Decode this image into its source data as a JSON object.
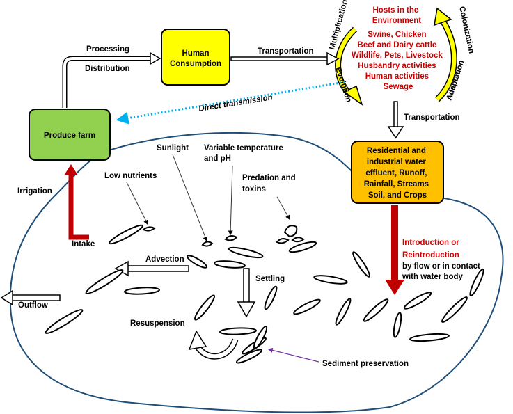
{
  "boxes": {
    "human_consumption": [
      "Human",
      "Consumption"
    ],
    "produce_farm": "Produce farm",
    "water_sources": [
      "Residential and",
      "industrial water",
      "effluent, Runoff,",
      "Rainfall, Streams",
      "Soil, and Crops"
    ]
  },
  "hosts": {
    "title": [
      "Hosts  in the",
      "Environment"
    ],
    "items": [
      "Swine, Chicken",
      "Beef and Dairy cattle",
      "Wildlife, Pets, Livestock",
      "Husbandry  activities",
      "Human activities",
      "Sewage"
    ]
  },
  "cycle_labels": {
    "multiplication": "Multiplication",
    "evolution": "Evolution",
    "colonization": "Colonization",
    "adaptation": "Adaptation"
  },
  "arrows": {
    "processing": "Processing",
    "distribution": "Distribution",
    "transportation_top": "Transportation",
    "transportation_side": "Transportation",
    "direct_transmission": "Direct transmission",
    "irrigation": "Irrigation",
    "intake": "Intake"
  },
  "introduction": {
    "title": [
      "Introduction or",
      "Reintroduction"
    ],
    "subtitle": [
      "by flow or in contact",
      "with water body"
    ]
  },
  "processes": {
    "sunlight": "Sunlight",
    "temperature": [
      "Variable temperature",
      "and pH"
    ],
    "low_nutrients": "Low nutrients",
    "predation": [
      "Predation and",
      "toxins"
    ],
    "advection": "Advection",
    "settling": "Settling",
    "resuspension": "Resuspension",
    "outflow": "Outflow",
    "sediment_preservation": "Sediment preservation"
  },
  "colors": {
    "human_box": "#ffff00",
    "farm_box": "#92d050",
    "water_box": "#ffc000",
    "cycle_arrow": "#ffff00",
    "host_text": "#cc0000",
    "intro_arrow": "#c00000",
    "direct_arrow": "#00b0f0",
    "water_body_outline": "#1f4e79",
    "sediment_pointer": "#7030a0"
  }
}
